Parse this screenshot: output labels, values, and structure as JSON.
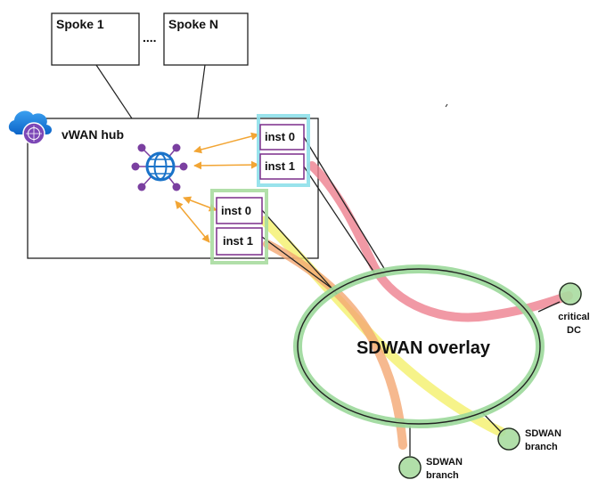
{
  "spokes": [
    {
      "label": "Spoke 1"
    },
    {
      "label": "Spoke N"
    }
  ],
  "spoke_ellipsis": "....",
  "hub": {
    "label": "vWAN hub",
    "icon": "cloud-network-icon",
    "router_icon": "globe-router-icon"
  },
  "instance_groups": [
    {
      "name": "group-a",
      "color": "#8ee0ea",
      "instances": [
        {
          "label": "inst 0"
        },
        {
          "label": "inst 1"
        }
      ]
    },
    {
      "name": "group-b",
      "color": "#a8dba0",
      "instances": [
        {
          "label": "inst 0"
        },
        {
          "label": "inst 1"
        }
      ]
    }
  ],
  "overlay": {
    "label": "SDWAN overlay",
    "color": "#9bd89a"
  },
  "endpoints": [
    {
      "line1": "critical",
      "line2": "DC"
    },
    {
      "line1": "SDWAN",
      "line2": "branch"
    },
    {
      "line1": "SDWAN",
      "line2": "branch"
    }
  ],
  "colors": {
    "arrow": "#f2a534",
    "instance_border": "#7b2d8a",
    "path_red": "#ee7f8e",
    "path_yellow": "#f4f06c",
    "path_orange": "#f4a873",
    "globe": "#1a73c9",
    "node_purple": "#7a3fa0"
  }
}
